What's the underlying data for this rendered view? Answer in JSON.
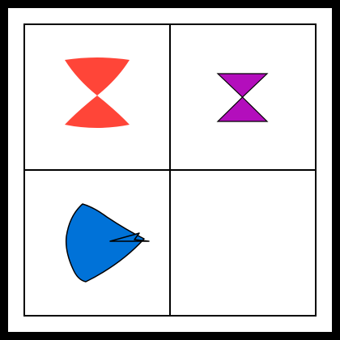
{
  "canvas": {
    "border_color": "#000000",
    "background_color": "#ffffff",
    "grid_line_color": "#000000"
  },
  "cells": [
    {
      "position": "top-left",
      "shape": "hourglass-curved",
      "fill": "#ff4538",
      "outlined": false
    },
    {
      "position": "top-right",
      "shape": "hourglass-triangles",
      "fill": "#b30ebc",
      "outlined": true
    },
    {
      "position": "bottom-left",
      "shape": "cone-sideways",
      "fill": "#0072d8",
      "outlined": true
    },
    {
      "position": "bottom-right",
      "shape": "empty",
      "fill": "",
      "outlined": false
    }
  ]
}
